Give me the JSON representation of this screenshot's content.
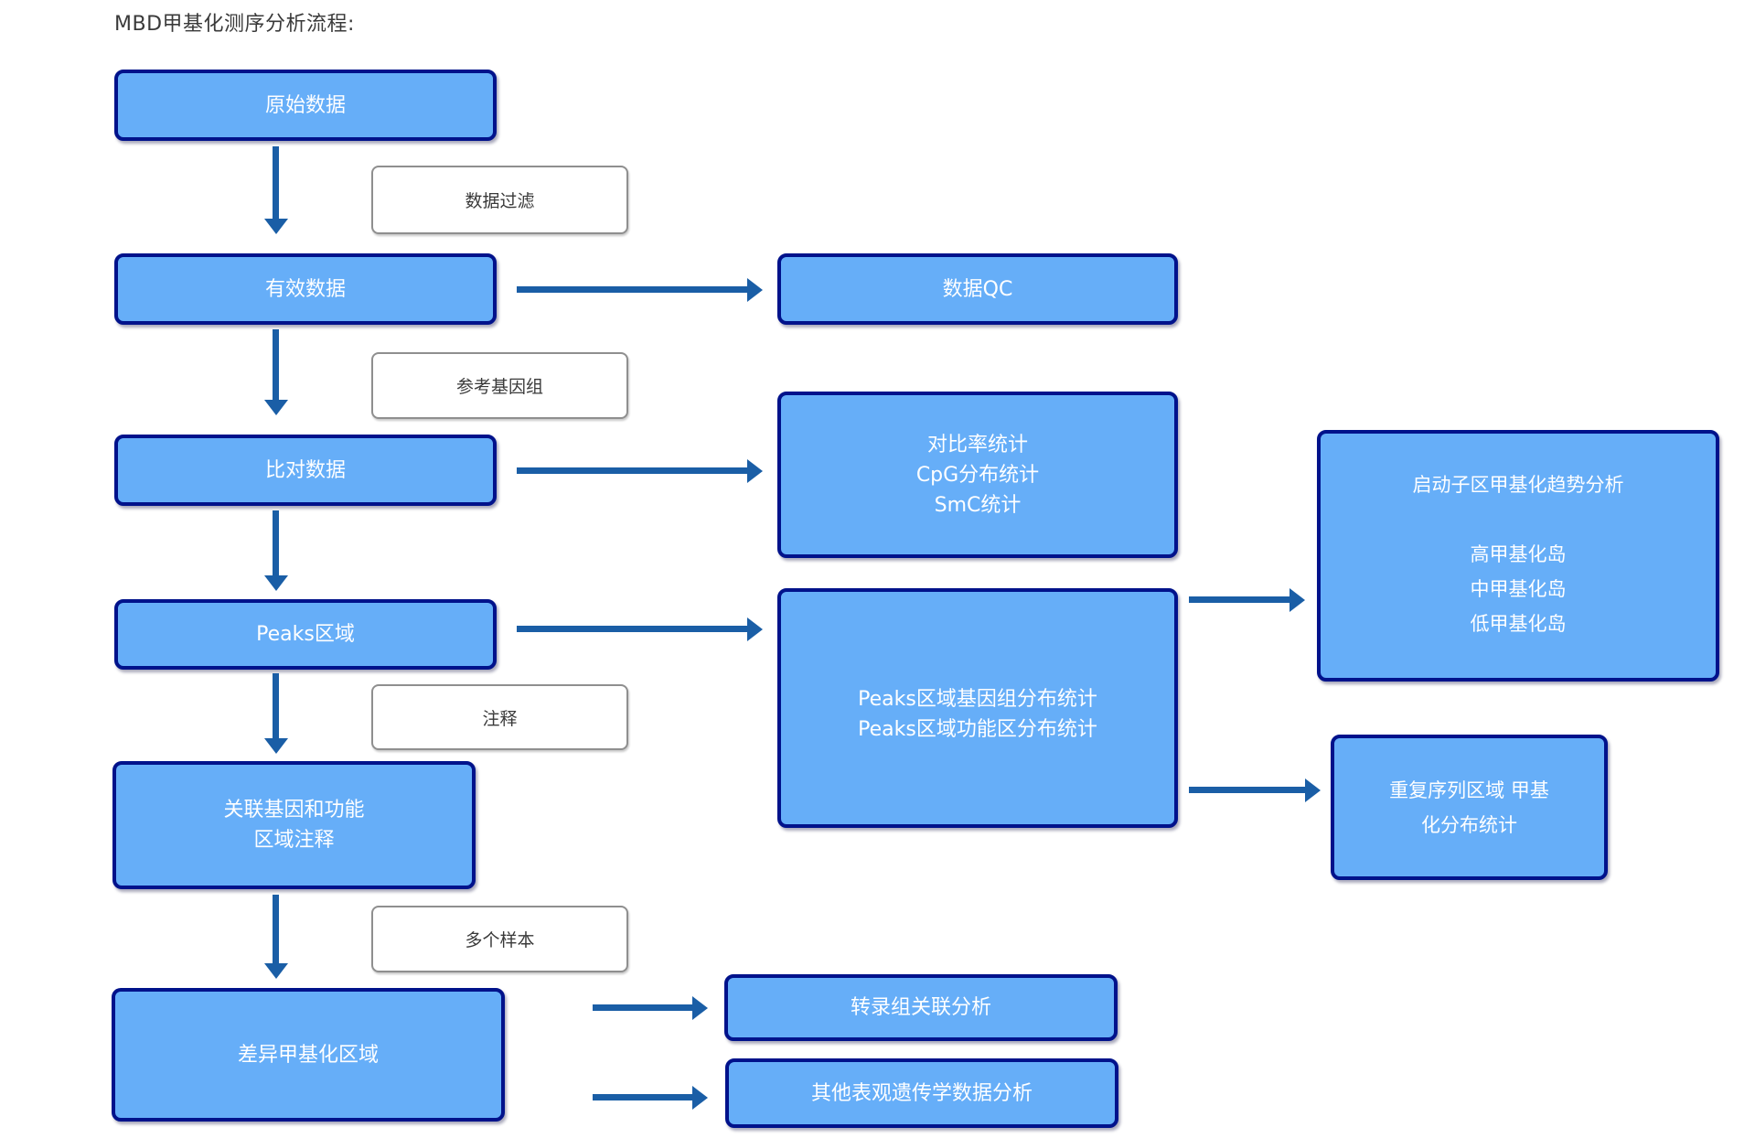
{
  "title": "MBD甲基化测序分析流程:",
  "boxes": {
    "raw_data": {
      "label": "原始数据"
    },
    "valid_data": {
      "label": "有效数据"
    },
    "aligned_data": {
      "label": "比对数据"
    },
    "peaks_region": {
      "label": "Peaks区域"
    },
    "gene_function_annotation": {
      "lines": [
        "关联基因和功能",
        "区域注释"
      ]
    },
    "dmr": {
      "label": "差异甲基化区域"
    },
    "data_qc": {
      "label": "数据QC"
    },
    "alignment_stats": {
      "lines": [
        "对比率统计",
        "CpG分布统计",
        "SmC统计"
      ]
    },
    "peaks_distribution_stats": {
      "lines": [
        "Peaks区域基因组分布统计",
        "Peaks区域功能区分布统计"
      ]
    },
    "promoter_trend": {
      "title": "启动子区甲基化趋势分析",
      "items": [
        "高甲基化岛",
        "中甲基化岛",
        "低甲基化岛"
      ]
    },
    "repeat_region": {
      "lines": [
        "重复序列区域 甲基",
        "化分布统计"
      ]
    },
    "transcriptome": {
      "label": "转录组关联分析"
    },
    "other_epigenetics": {
      "label": "其他表观遗传学数据分析"
    }
  },
  "edge_labels": {
    "data_filter": {
      "label": "数据过滤"
    },
    "reference_genome": {
      "label": "参考基因组"
    },
    "annotation": {
      "label": "注释"
    },
    "multiple_samples": {
      "label": "多个样本"
    }
  },
  "colors": {
    "box_fill": "#66AEF8",
    "box_border": "#00128B",
    "arrow": "#1A5EA6",
    "label_border": "#8F8F8F",
    "box_text": "#FFFFFF",
    "label_text": "#3A3A3A"
  }
}
